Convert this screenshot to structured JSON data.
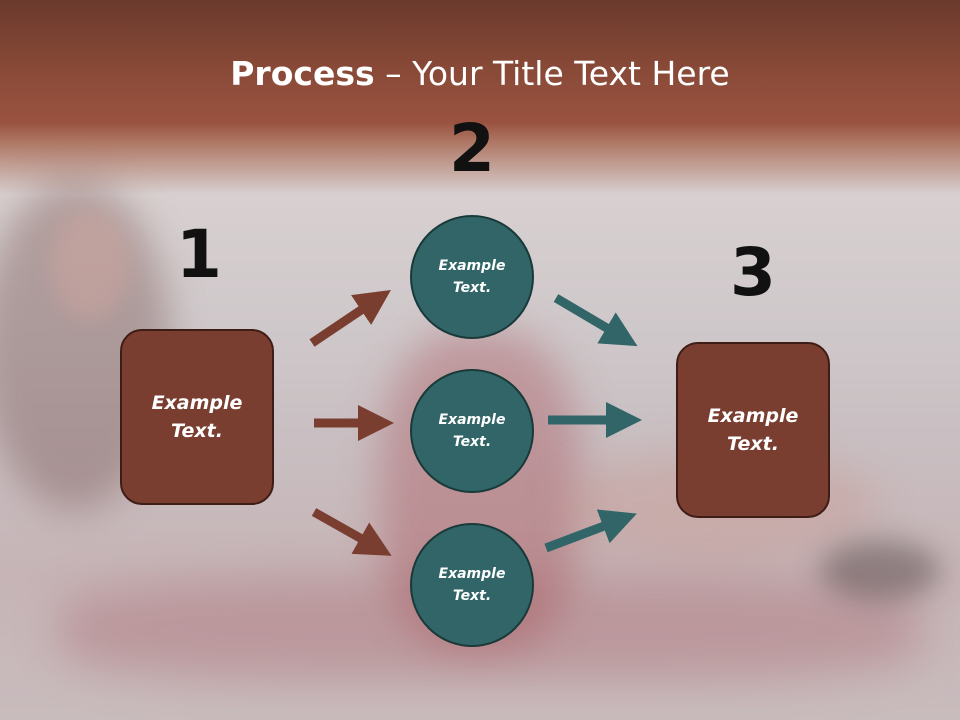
{
  "title": {
    "bold": "Process",
    "rest": " – Your Title Text Here"
  },
  "steps": {
    "one": {
      "number": "1",
      "text": "Example Text."
    },
    "two": {
      "number": "2"
    },
    "three": {
      "number": "3",
      "text": "Example Text."
    }
  },
  "circles": [
    {
      "text": "Example Text."
    },
    {
      "text": "Example Text."
    },
    {
      "text": "Example Text."
    }
  ],
  "colors": {
    "box_fill": "#7a3e30",
    "circle_fill": "#316567",
    "arrow_left": "#7a3e30",
    "arrow_right": "#316567"
  }
}
